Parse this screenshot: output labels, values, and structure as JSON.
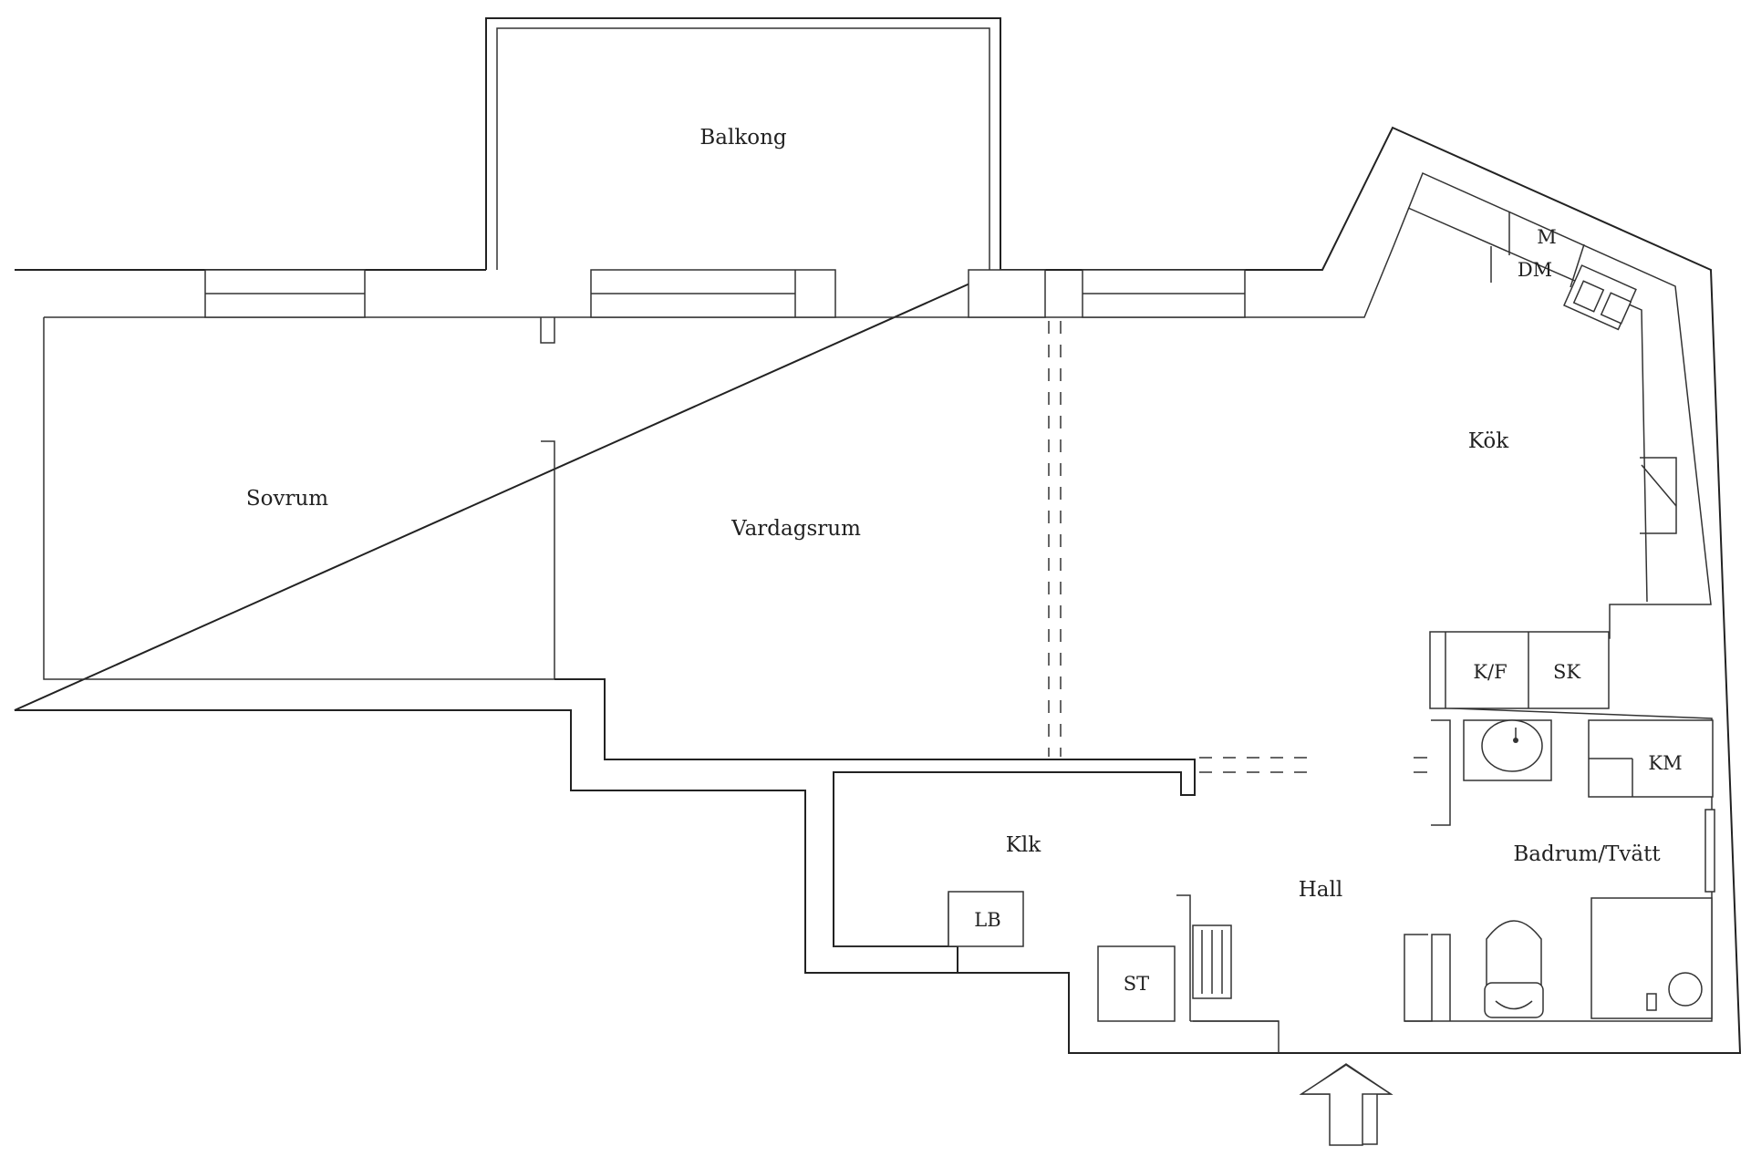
{
  "rooms": {
    "balkong": "Balkong",
    "sovrum": "Sovrum",
    "vardagsrum": "Vardagsrum",
    "kok": "Kök",
    "klk": "Klk",
    "hall": "Hall",
    "badrum": "Badrum/Tvätt"
  },
  "fixtures": {
    "microwave": "M",
    "dishwasher": "DM",
    "fridge_freezer": "K/F",
    "closet_sk": "SK",
    "washing_machine": "KM",
    "lb": "LB",
    "st": "ST"
  },
  "colors": {
    "line": "#222222",
    "background": "#ffffff"
  }
}
